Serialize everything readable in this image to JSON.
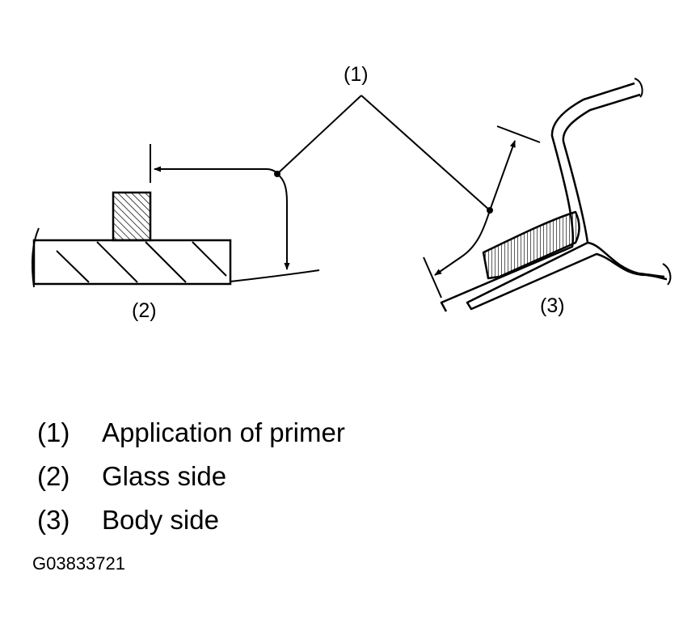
{
  "diagram": {
    "callouts": {
      "primer": "(1)",
      "glass": "(2)",
      "body": "(3)"
    }
  },
  "legend": [
    {
      "num": "(1)",
      "text": "Application of primer"
    },
    {
      "num": "(2)",
      "text": "Glass side"
    },
    {
      "num": "(3)",
      "text": "Body side"
    }
  ],
  "figure_id": "G03833721"
}
